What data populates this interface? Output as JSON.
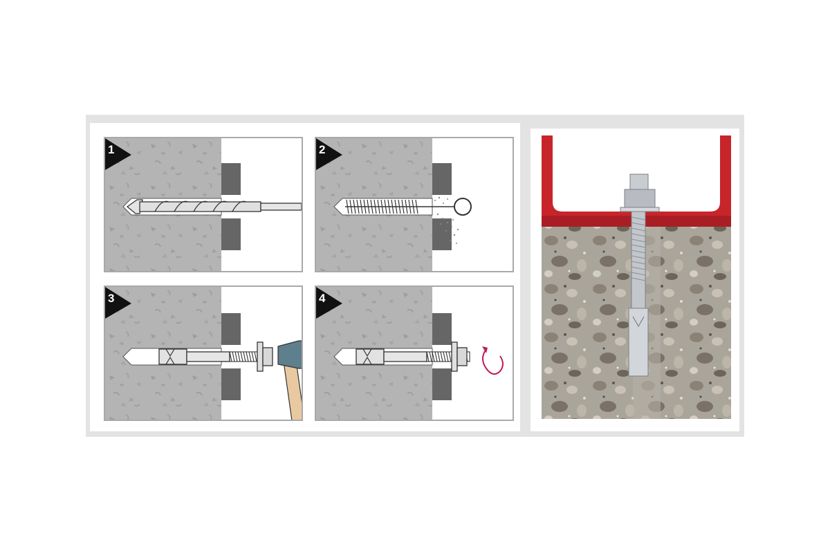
{
  "steps": [
    {
      "number": "1"
    },
    {
      "number": "2"
    },
    {
      "number": "3"
    },
    {
      "number": "4"
    }
  ],
  "colors": {
    "concrete": "#b4b4b4",
    "fixture": "#666666",
    "border": "#a9a9a9",
    "frame": "#e3e3e3",
    "arrow": "#c2185b",
    "channel": "#c8252b"
  },
  "icons": [
    "drill-bit-icon",
    "cleaning-brush-icon",
    "hammer-icon",
    "rotate-arrow-icon",
    "anchor-bolt-icon"
  ]
}
